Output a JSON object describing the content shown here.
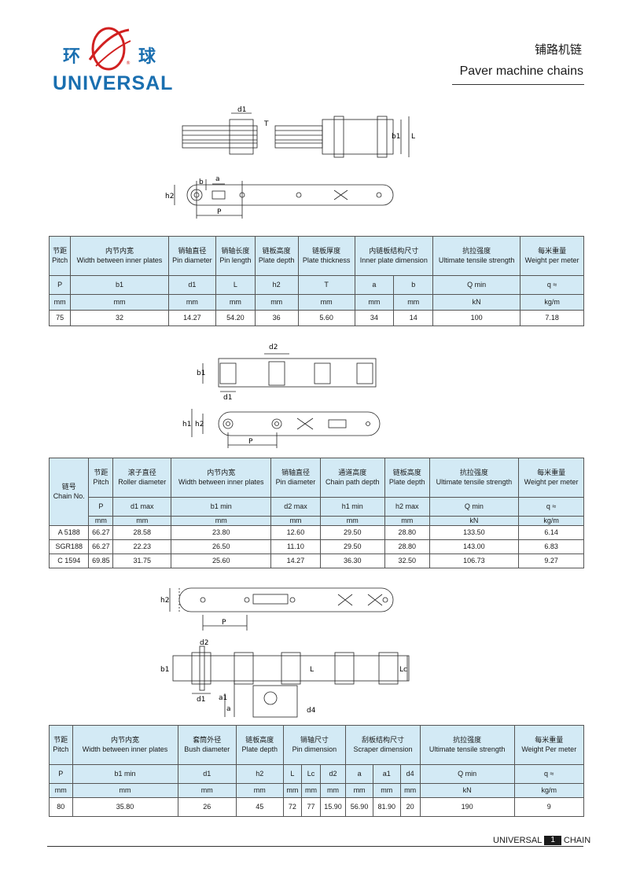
{
  "logo": {
    "cn_left": "环",
    "cn_right": "球",
    "brand": "UNIVERSAL"
  },
  "header": {
    "title_cn": "铺路机链",
    "title_en": "Paver machine chains"
  },
  "drawing1": {
    "d1": "d1",
    "T": "T",
    "b1": "b1",
    "L": "L",
    "b": "b",
    "a": "a",
    "h2": "h2",
    "P": "P"
  },
  "drawing2": {
    "d2": "d2",
    "b1": "b1",
    "d1": "d1",
    "h1": "h1",
    "h2": "h2",
    "P": "P"
  },
  "drawing3": {
    "h2": "h2",
    "P": "P",
    "d2": "d2",
    "b1": "b1",
    "L": "L",
    "Lc": "Lc",
    "d1": "d1",
    "a": "a",
    "a1": "a1",
    "d4": "d4"
  },
  "table1": {
    "headers": [
      {
        "cn": "节距",
        "en": "Pitch",
        "span": 1
      },
      {
        "cn": "内节内宽",
        "en": "Width between inner plates",
        "span": 1
      },
      {
        "cn": "销轴直径",
        "en": "Pin diameter",
        "span": 1
      },
      {
        "cn": "销轴长度",
        "en": "Pin length",
        "span": 1
      },
      {
        "cn": "链板高度",
        "en": "Plate depth",
        "span": 1
      },
      {
        "cn": "链板厚度",
        "en": "Plate thickness",
        "span": 1
      },
      {
        "cn": "内链板结构尺寸",
        "en": "Inner plate dimension",
        "span": 2
      },
      {
        "cn": "抗拉强度",
        "en": "Ultimate tensile strength",
        "span": 1
      },
      {
        "cn": "每米重量",
        "en": "Weight per meter",
        "span": 1
      }
    ],
    "symbols": [
      "P",
      "b1",
      "d1",
      "L",
      "h2",
      "T",
      "a",
      "b",
      "Q min",
      "q ≈"
    ],
    "units": [
      "mm",
      "mm",
      "mm",
      "mm",
      "mm",
      "mm",
      "mm",
      "mm",
      "kN",
      "kg/m"
    ],
    "rows": [
      [
        "75",
        "32",
        "14.27",
        "54.20",
        "36",
        "5.60",
        "34",
        "14",
        "100",
        "7.18"
      ]
    ]
  },
  "table2": {
    "headers": [
      {
        "cn": "链号",
        "en": "Chain No."
      },
      {
        "cn": "节距",
        "en": "Pitch"
      },
      {
        "cn": "滚子直径",
        "en": "Roller diameter"
      },
      {
        "cn": "内节内宽",
        "en": "Width between inner plates"
      },
      {
        "cn": "销轴直径",
        "en": "Pin diameter"
      },
      {
        "cn": "通道高度",
        "en": "Chain path depth"
      },
      {
        "cn": "链板高度",
        "en": "Plate depth"
      },
      {
        "cn": "抗拉强度",
        "en": "Ultimate tensile strength"
      },
      {
        "cn": "每米重量",
        "en": "Weight per meter"
      }
    ],
    "symbols": [
      "P",
      "d1 max",
      "b1 min",
      "d2 max",
      "h1 min",
      "h2 max",
      "Q min",
      "q ≈"
    ],
    "units": [
      "mm",
      "mm",
      "mm",
      "mm",
      "mm",
      "mm",
      "kN",
      "kg/m"
    ],
    "rows": [
      [
        "A 5188",
        "66.27",
        "28.58",
        "23.80",
        "12.60",
        "29.50",
        "28.80",
        "133.50",
        "6.14"
      ],
      [
        "SGR188",
        "66.27",
        "22.23",
        "26.50",
        "11.10",
        "29.50",
        "28.80",
        "143.00",
        "6.83"
      ],
      [
        "C 1594",
        "69.85",
        "31.75",
        "25.60",
        "14.27",
        "36.30",
        "32.50",
        "106.73",
        "9.27"
      ]
    ]
  },
  "table3": {
    "headers": [
      {
        "cn": "节距",
        "en": "Pitch",
        "span": 1
      },
      {
        "cn": "内节内宽",
        "en": "Width between inner plates",
        "span": 1
      },
      {
        "cn": "套筒外径",
        "en": "Bush diameter",
        "span": 1
      },
      {
        "cn": "链板高度",
        "en": "Plate depth",
        "span": 1
      },
      {
        "cn": "销轴尺寸",
        "en": "Pin dimension",
        "span": 3
      },
      {
        "cn": "刮板结构尺寸",
        "en": "Scraper dimension",
        "span": 3
      },
      {
        "cn": "抗拉强度",
        "en": "Ultimate tensile strength",
        "span": 1
      },
      {
        "cn": "每米重量",
        "en": "Weight Per meter",
        "span": 1
      }
    ],
    "symbols": [
      "P",
      "b1 min",
      "d1",
      "h2",
      "L",
      "Lc",
      "d2",
      "a",
      "a1",
      "d4",
      "Q min",
      "q ≈"
    ],
    "units": [
      "mm",
      "mm",
      "mm",
      "mm",
      "mm",
      "mm",
      "mm",
      "mm",
      "mm",
      "mm",
      "kN",
      "kg/m"
    ],
    "rows": [
      [
        "80",
        "35.80",
        "26",
        "45",
        "72",
        "77",
        "15.90",
        "56.90",
        "81.90",
        "20",
        "190",
        "9"
      ]
    ]
  },
  "footer": {
    "left": "UNIVERSAL",
    "page": "1",
    "right": "CHAIN"
  },
  "colors": {
    "accent": "#1a6fb0",
    "header_bg": "#d3eaf5",
    "logo_red": "#d12020"
  }
}
